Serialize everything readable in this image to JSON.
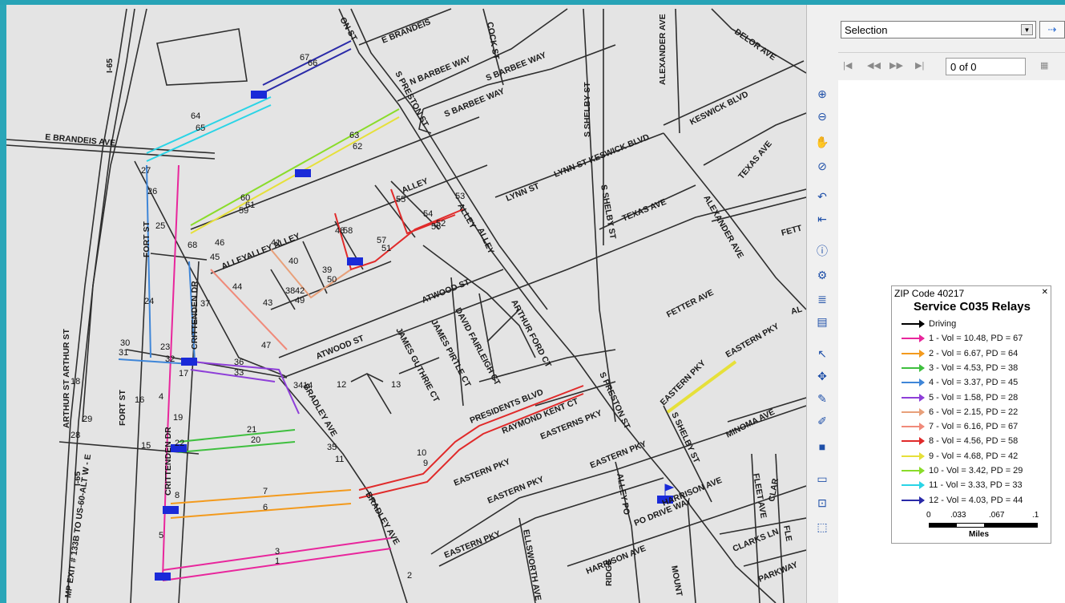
{
  "panel": {
    "selection_value": "Selection",
    "record_count": "0 of 0"
  },
  "legend": {
    "zip": "ZIP Code 40217",
    "title": "Service C035 Relays",
    "items": [
      {
        "label": "Driving",
        "color": "#000000"
      },
      {
        "label": "1 - Vol = 10.48, PD = 67",
        "color": "#e8269c"
      },
      {
        "label": "2 - Vol = 6.67, PD = 64",
        "color": "#f39a1d"
      },
      {
        "label": "3 - Vol = 4.53, PD = 38",
        "color": "#3fbf3f"
      },
      {
        "label": "4 - Vol = 3.37, PD = 45",
        "color": "#3f86d8"
      },
      {
        "label": "5 - Vol = 1.58, PD = 28",
        "color": "#8e3fd8"
      },
      {
        "label": "6 - Vol = 2.15, PD = 22",
        "color": "#e8a07a"
      },
      {
        "label": "7 - Vol = 6.16, PD = 67",
        "color": "#f08a7a"
      },
      {
        "label": "8 - Vol = 4.56, PD = 58",
        "color": "#e02a2a"
      },
      {
        "label": "9 - Vol = 4.68, PD = 42",
        "color": "#e6e03a"
      },
      {
        "label": "10 - Vol = 3.42, PD = 29",
        "color": "#8adc2a"
      },
      {
        "label": "11 - Vol = 3.33, PD = 33",
        "color": "#2ad4e6"
      },
      {
        "label": "12 - Vol = 4.03, PD = 44",
        "color": "#2a2aa8"
      }
    ],
    "scale_ticks": [
      "0",
      ".033",
      ".067",
      ".1"
    ],
    "scale_unit": "Miles"
  },
  "map": {
    "streets": [
      "E BRANDEIS",
      "N BARBEE WAY",
      "S BARBEE WAY",
      "S BARBEE WAY",
      "COCK ST",
      "DELOR AVE",
      "ALEXANDER AVE",
      "KESWICK BLVD",
      "S SHELBY ST",
      "S PRESTON ST",
      "E BRANDEIS AVE",
      "I-65",
      "LYNN ST KESWICK BLVD",
      "TEXAS AVE",
      "LYNN ST",
      "S SHELBY ST",
      "ALLEY",
      "ALLEYALLEY ALLEY",
      "FORT ST",
      "CRITTENDEN DR",
      "ATWOOD ST",
      "ATWOOD ST",
      "ARTHUR ST ARTHUR ST",
      "FETTER AVE",
      "FETT",
      "ALEXANDER AVE",
      "TEXAS AVE",
      "JAMES GUTHRIE CT",
      "JAMES PIRTLE CT",
      "DAVID FAIRLEIGH CT",
      "ARTHUR FORD CT",
      "PRESIDENTS BLVD",
      "RAYMOND KENT CT",
      "EASTERNS PKY",
      "EASTERN PKY",
      "EASTERN PKY",
      "MINOMA AVE",
      "BRADLEY AVE",
      "EASTERN PKY",
      "EASTERN PKY",
      "EASTERN PKY",
      "ELLSWORTH AVE",
      "HARRISON AVE",
      "HARRISON AVE",
      "PO DRIVE WAY",
      "ALLEY PO",
      "CLARKS LN",
      "FLEET AVE",
      "PARKWAY",
      "RIDGE",
      "MOUNT",
      "MP EXIT # 133B TO US-60-ALT W - E",
      "ALLEY",
      "BRADLEY AVE",
      "FORT ST",
      "CRITTENDEN DR",
      "I-65",
      "S PRESTON ST",
      "S SHELBY ST",
      "ON ST",
      "ALLEY",
      "CLAR",
      "FLE",
      "AL",
      "EASTERN PKY"
    ],
    "stops": [
      "1",
      "2",
      "3",
      "4",
      "5",
      "6",
      "7",
      "8",
      "9",
      "10",
      "11",
      "12",
      "13",
      "14",
      "15",
      "16",
      "17",
      "18",
      "19",
      "20",
      "21",
      "22",
      "23",
      "24",
      "25",
      "26",
      "27",
      "28",
      "29",
      "30",
      "31",
      "32",
      "33",
      "34",
      "35",
      "36",
      "37",
      "38",
      "39",
      "40",
      "41",
      "42",
      "43",
      "44",
      "45",
      "46",
      "47",
      "48",
      "49",
      "50",
      "51",
      "52",
      "53",
      "54",
      "55",
      "56",
      "57",
      "58",
      "59",
      "60",
      "61",
      "62",
      "63",
      "64",
      "65",
      "66",
      "67",
      "68"
    ]
  }
}
